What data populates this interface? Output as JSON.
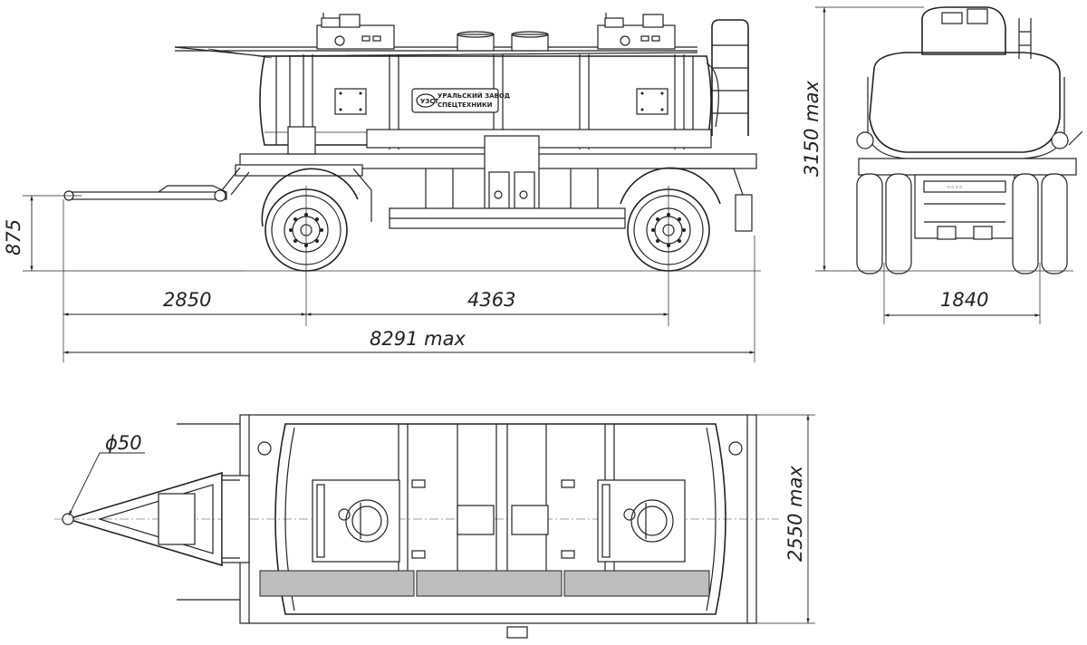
{
  "dimensions": {
    "drawbar_to_axle": "2850",
    "axle_to_axle": "4363",
    "overall_length": "8291 max",
    "coupling_height": "875",
    "overall_height": "3150 max",
    "track_width": "1840",
    "overall_width": "2550 max",
    "eye_diameter": "ϕ50"
  },
  "logo": {
    "line1": "УРАЛЬСКИЙ ЗАВОД",
    "line2": "СПЕЦТЕХНИКИ",
    "badge": "УЗСТ"
  }
}
